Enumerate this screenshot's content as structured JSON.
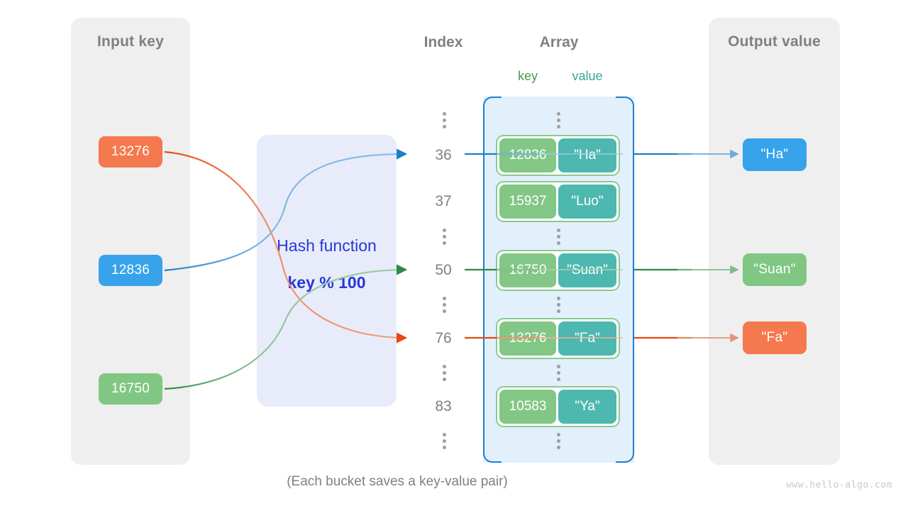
{
  "diagram": {
    "caption": "(Each bucket saves a key-value pair)",
    "watermark": "www.hello-algo.com"
  },
  "input_panel": {
    "title": "Input key",
    "keys": [
      {
        "label": "13276",
        "color": "#f4794e"
      },
      {
        "label": "12836",
        "color": "#36a3eb"
      },
      {
        "label": "16750",
        "color": "#81c784"
      }
    ]
  },
  "hash_function": {
    "title": "Hash function",
    "formula": "key % 100",
    "box_color": "#e8ecfa",
    "text_color": "#2737d8"
  },
  "index_column": {
    "title": "Index",
    "entries": [
      "36",
      "37",
      "50",
      "76",
      "83"
    ]
  },
  "array_column": {
    "title": "Array",
    "key_header": "key",
    "value_header": "value",
    "key_header_color": "#4a9a53",
    "value_header_color": "#3aa79e",
    "container_color": "#e1f0fb",
    "bracket_color": "#1e7fd1",
    "buckets": [
      {
        "key": "12836",
        "value": "\"Ha\""
      },
      {
        "key": "15937",
        "value": "\"Luo\""
      },
      {
        "key": "16750",
        "value": "\"Suan\""
      },
      {
        "key": "13276",
        "value": "\"Fa\""
      },
      {
        "key": "10583",
        "value": "\"Ya\""
      }
    ]
  },
  "output_panel": {
    "title": "Output value",
    "values": [
      {
        "label": "\"Ha\"",
        "color": "#36a3eb"
      },
      {
        "label": "\"Suan\"",
        "color": "#81c784"
      },
      {
        "label": "\"Fa\"",
        "color": "#f4794e"
      }
    ]
  }
}
